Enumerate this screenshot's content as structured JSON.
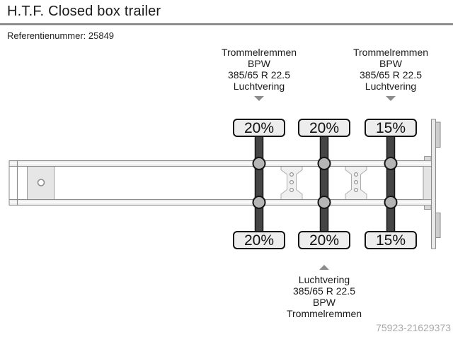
{
  "header": {
    "title": "H.T.F. Closed box trailer",
    "reference": "Referentienummer: 25849"
  },
  "axle_specs": {
    "top_left": [
      "Trommelremmen",
      "BPW",
      "385/65 R 22.5",
      "Luchtvering"
    ],
    "top_right": [
      "Trommelremmen",
      "BPW",
      "385/65 R 22.5",
      "Luchtvering"
    ],
    "bottom": [
      "Luchtvering",
      "385/65 R 22.5",
      "BPW",
      "Trommelremmen"
    ]
  },
  "tyres": {
    "top": [
      "20%",
      "20%",
      "15%"
    ],
    "bottom": [
      "20%",
      "20%",
      "15%"
    ]
  },
  "footer": {
    "listing_id": "75923-21629373"
  },
  "colors": {
    "title_text": "#1a1a1a",
    "divider": "#7d7d7d",
    "spec_text": "#1a1a1a",
    "arrow": "#8c8c8c",
    "tyre_box_fill": "#ededed",
    "tyre_box_border": "#141414",
    "axle_bar": "#454545",
    "hub_fill": "#b5b5b5",
    "frame_fill": "#ececec",
    "frame_stroke": "#8a8a8a",
    "footer_text": "#a9a9a9"
  }
}
